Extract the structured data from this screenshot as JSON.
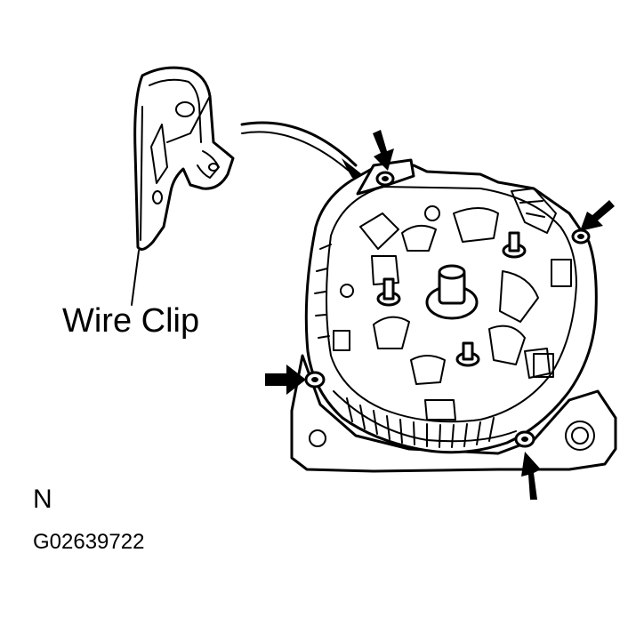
{
  "labels": {
    "wire_clip": "Wire Clip",
    "view": "N",
    "figure_id": "G02639722"
  },
  "colors": {
    "ink": "#000000",
    "paper": "#ffffff"
  }
}
